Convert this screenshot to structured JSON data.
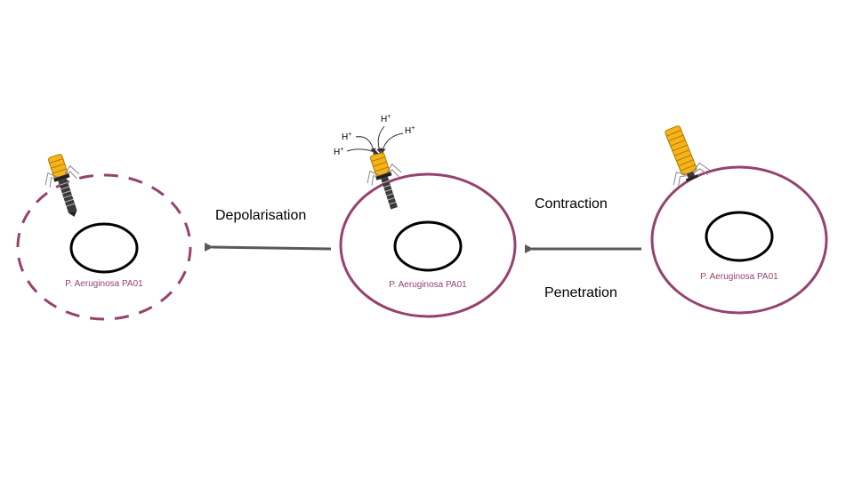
{
  "colors": {
    "membrane": "#96426f",
    "nucleoid": "#000000",
    "arrow": "#595959",
    "phage_head": "#f7b31a",
    "phage_head_stroke": "#b07a00",
    "phage_tail_contracted": "#3a3a3a",
    "tail_fiber": "#888888"
  },
  "icons": {
    "phage": "bacteriophage-icon",
    "arrow": "arrow-left-icon"
  },
  "cells": [
    {
      "id": "cell-right",
      "label": "P. Aeruginosa PA01",
      "membrane_style": "solid"
    },
    {
      "id": "cell-middle",
      "label": "P. Aeruginosa PA01",
      "membrane_style": "solid"
    },
    {
      "id": "cell-left",
      "label": "P. Aeruginosa PA01",
      "membrane_style": "dashed"
    }
  ],
  "steps": {
    "contraction": "Contraction",
    "penetration": "Penetration",
    "depolarisation": "Depolarisation"
  },
  "ions": {
    "base": "H",
    "charge": "+",
    "count": 4
  }
}
